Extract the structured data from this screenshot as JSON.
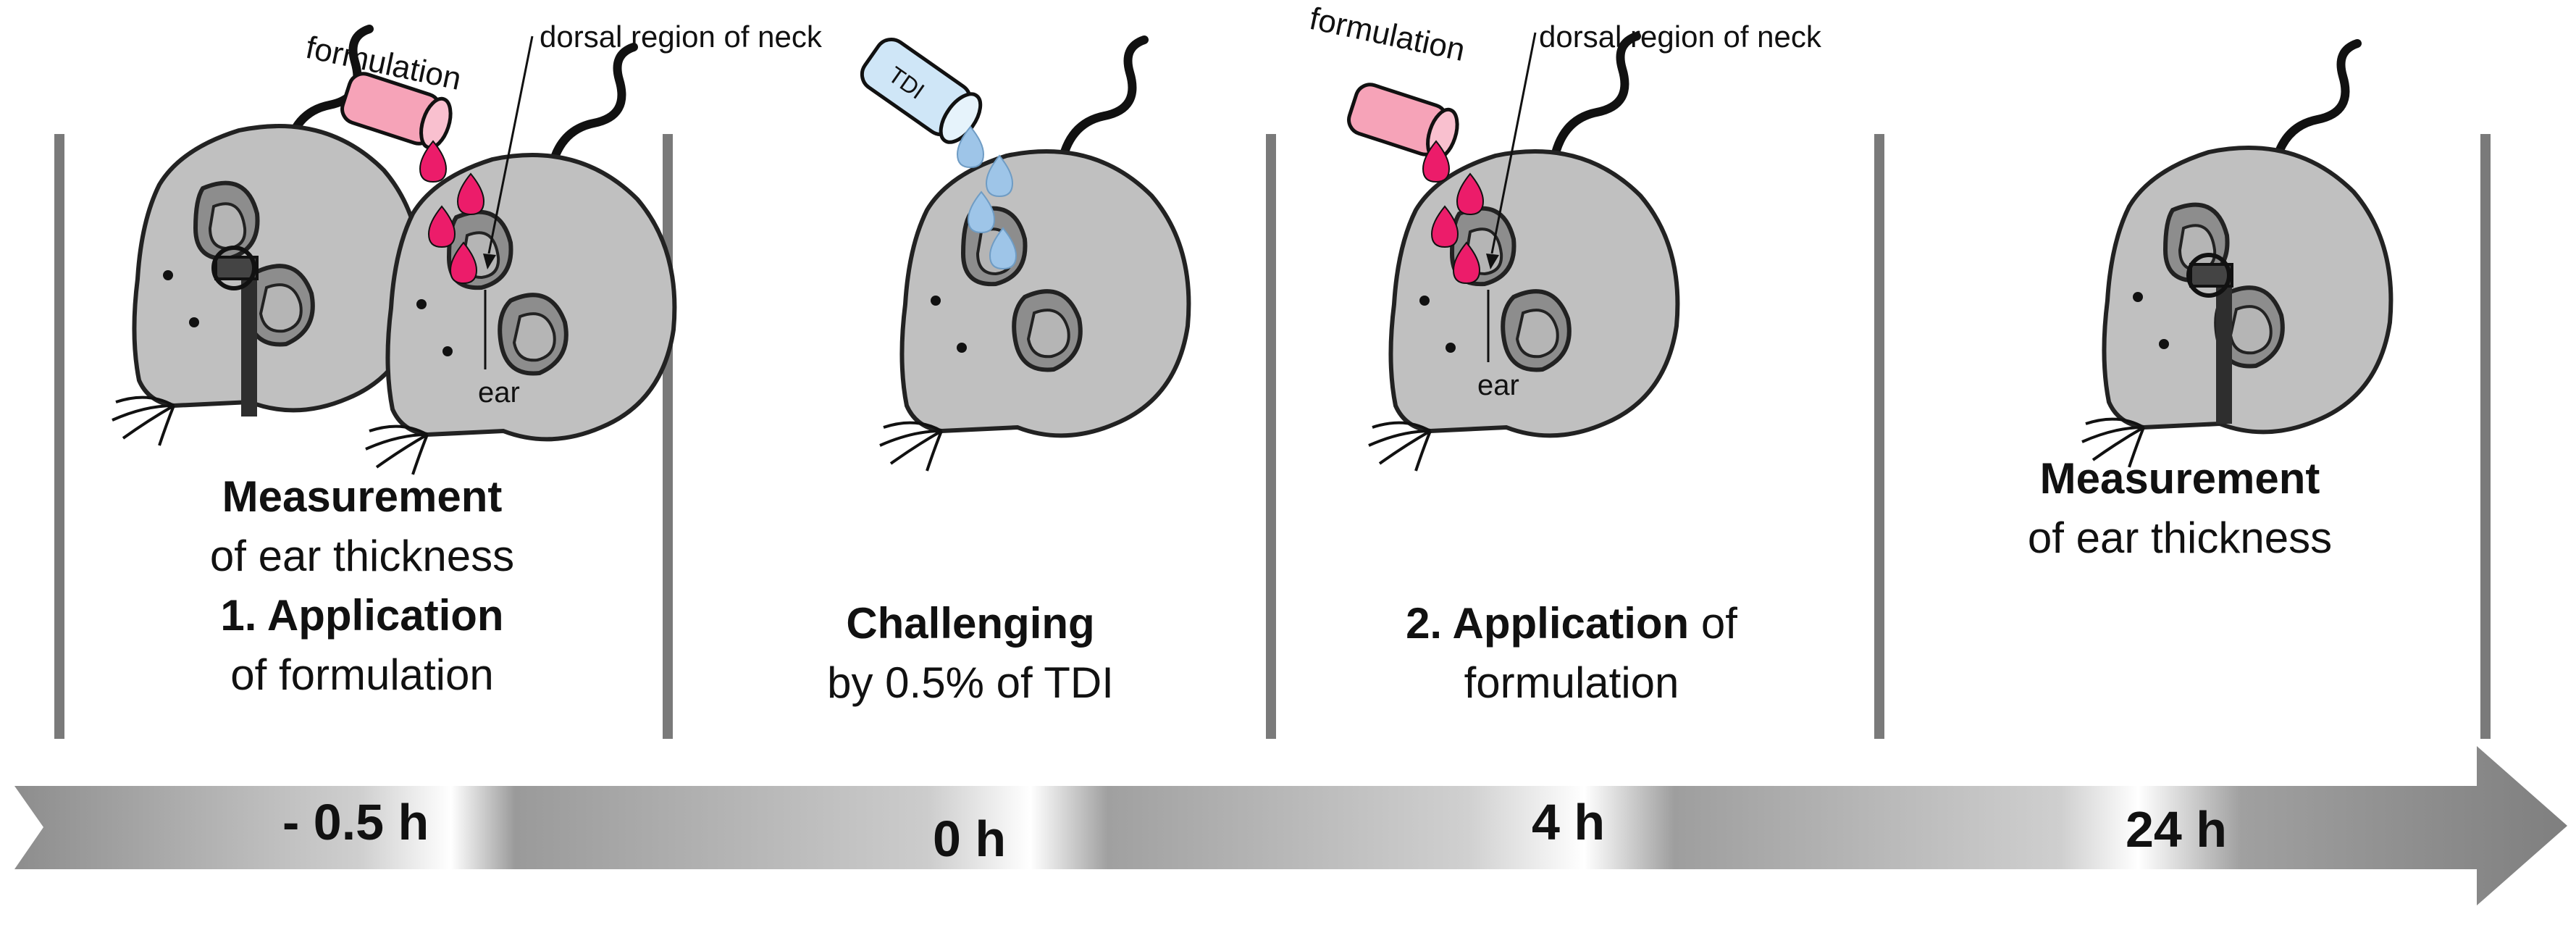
{
  "labels": {
    "formulation": "formulation",
    "dorsal": "dorsal region of neck",
    "ear": "ear",
    "tdi_can": "TDI"
  },
  "panels": [
    {
      "lines": [
        {
          "bold": "Measurement",
          "plain": ""
        },
        {
          "bold": "",
          "plain": "of ear thickness"
        },
        {
          "bold": "1. Application",
          "plain": ""
        },
        {
          "bold": "",
          "plain": "of formulation"
        }
      ]
    },
    {
      "lines": [
        {
          "bold": "Challenging",
          "plain": ""
        },
        {
          "bold": "",
          "plain": "by 0.5% of TDI"
        }
      ]
    },
    {
      "lines": [
        {
          "bold": "2. Application",
          "plain": " of"
        },
        {
          "bold": "",
          "plain": "formulation"
        }
      ]
    },
    {
      "lines": [
        {
          "bold": "Measurement",
          "plain": ""
        },
        {
          "bold": "",
          "plain": "of ear thickness"
        }
      ]
    }
  ],
  "timeline": [
    "- 0.5 h",
    "0 h",
    "4 h",
    "24 h"
  ],
  "colors": {
    "mouse": "#c0c0c0",
    "formulation_drop": "#ec1c6a",
    "formulation_can": "#f6a3b8",
    "tdi_drop": "#9ec5e8",
    "tdi_can": "#cfe6f7",
    "divider": "#7a7a7a"
  }
}
